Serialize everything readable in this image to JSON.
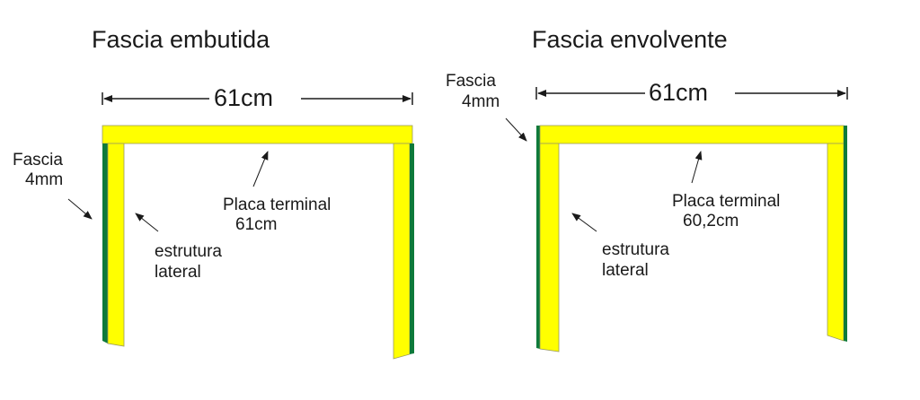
{
  "colors": {
    "yellow": "#FFFF00",
    "green": "#0E7A3A",
    "text": "#1a1a1a"
  },
  "left_panel": {
    "title": "Fascia embutida",
    "dimension": "61cm",
    "fascia_label_line1": "Fascia",
    "fascia_label_line2": "4mm",
    "plate_label_line1": "Placa terminal",
    "plate_label_line2": "61cm",
    "structure_label_line1": "estrutura",
    "structure_label_line2": "lateral"
  },
  "right_panel": {
    "title": "Fascia envolvente",
    "dimension": "61cm",
    "fascia_label_line1": "Fascia",
    "fascia_label_line2": "4mm",
    "plate_label_line1": "Placa terminal",
    "plate_label_line2": "60,2cm",
    "structure_label_line1": "estrutura",
    "structure_label_line2": "lateral"
  }
}
